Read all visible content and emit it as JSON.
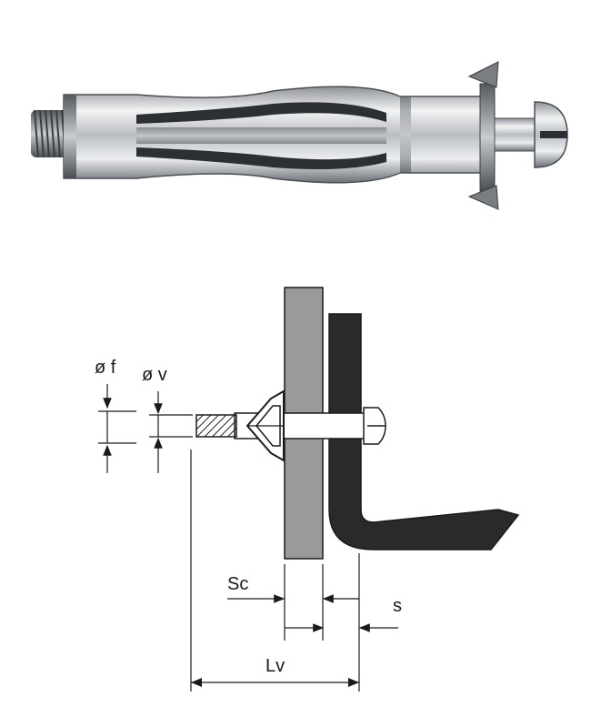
{
  "labels": {
    "dia_f": "ø f",
    "dia_v": "ø v",
    "sc": "Sc",
    "s": "s",
    "lv": "Lv"
  },
  "colors": {
    "wall": "#9a9a9a",
    "bracket": "#2a2a2a",
    "metal_light": "#e4e6e8",
    "metal_dark": "#5d6166",
    "line": "#1a1a1a"
  }
}
